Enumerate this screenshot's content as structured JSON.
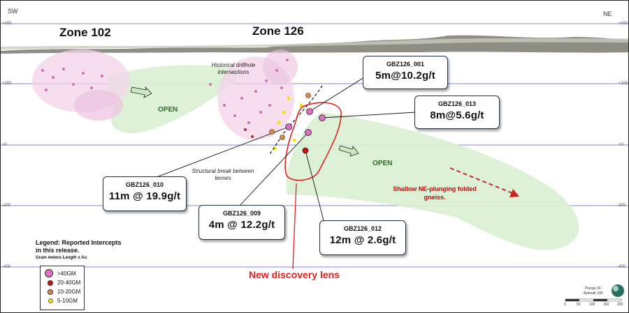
{
  "orientation": {
    "left": "SW",
    "right": "NE"
  },
  "elevation_ticks": [
    "+400",
    "+200",
    "+0",
    "-200",
    "-400"
  ],
  "zones": [
    "Zone 102",
    "Zone 126"
  ],
  "annotations": {
    "historical": "Historical drillhole intersections",
    "structural": "Structural break between lenses",
    "open_label": "OPEN",
    "shallow": "Shallow NE-plunging folded gneiss.",
    "new_lens": "New discovery lens"
  },
  "callouts": [
    {
      "hole": "GBZ126_001",
      "result": "5m@10.2g/t"
    },
    {
      "hole": "GBZ126_013",
      "result": "8m@5.6g/t"
    },
    {
      "hole": "GBZ126_010",
      "result": "11m @ 19.9g/t"
    },
    {
      "hole": "GBZ126_009",
      "result": "4m @ 12.2g/t"
    },
    {
      "hole": "GBZ126_012",
      "result": "12m @ 2.6g/t"
    }
  ],
  "legend": {
    "title": "Legend: Reported Intercepts in this release.",
    "subtitle": "Gram meters Length x Au",
    "items": [
      {
        "label": ">40GM",
        "color": "#e070c0"
      },
      {
        "label": "20-40GM",
        "color": "#cc1111"
      },
      {
        "label": "10-20GM",
        "color": "#d98c4a"
      },
      {
        "label": "5-10GM",
        "color": "#f2e600"
      }
    ]
  },
  "view": {
    "plunge": "Plunge 00",
    "azimuth": "Azimuth 335",
    "scale_ticks": [
      "0",
      "50",
      "100",
      "150",
      "200"
    ]
  },
  "colors": {
    "grid_line": "#5b5bd6",
    "open_zone": "#d8efd2",
    "lens_outline": "#e02020",
    "pink_halo": "#f3d3ea"
  }
}
